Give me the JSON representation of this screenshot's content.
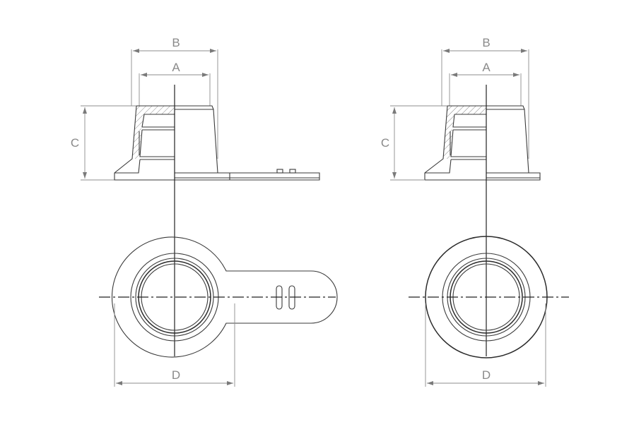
{
  "drawing": {
    "left_view": {
      "dim_a": "A",
      "dim_b": "B",
      "dim_c": "C",
      "dim_d": "D"
    },
    "right_view": {
      "dim_a": "A",
      "dim_b": "B",
      "dim_c": "C",
      "dim_d": "D"
    },
    "colors": {
      "line": "#3a3a3a",
      "dimension": "#8a8a8a",
      "background": "#ffffff"
    }
  }
}
